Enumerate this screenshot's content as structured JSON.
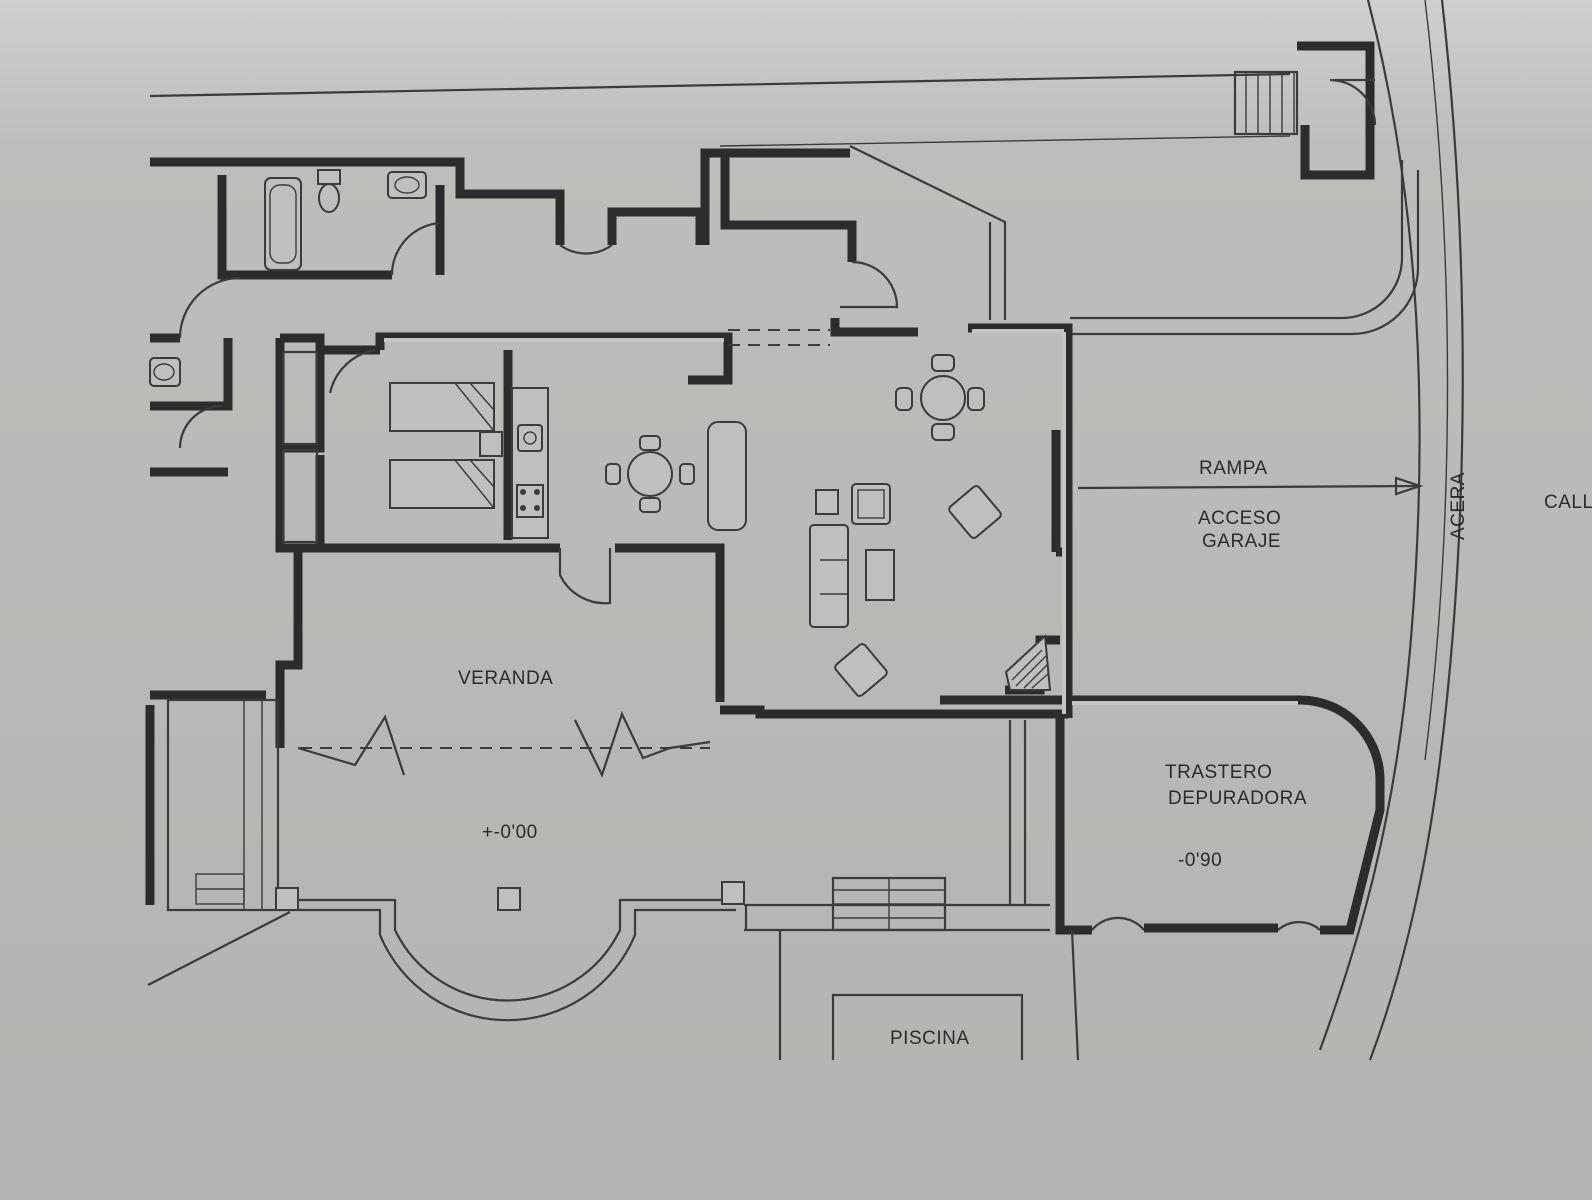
{
  "plan": {
    "labels": {
      "rampa": "RAMPA",
      "acceso": "ACCESO",
      "garaje": "GARAJE",
      "acera": "ACERA",
      "calle": "CALL",
      "veranda": "VERANDA",
      "level_main": "+-0'00",
      "trastero": "TRASTERO",
      "depuradora": "DEPURADORA",
      "level_storage": "-0'90",
      "piscina": "PISCINA"
    }
  }
}
